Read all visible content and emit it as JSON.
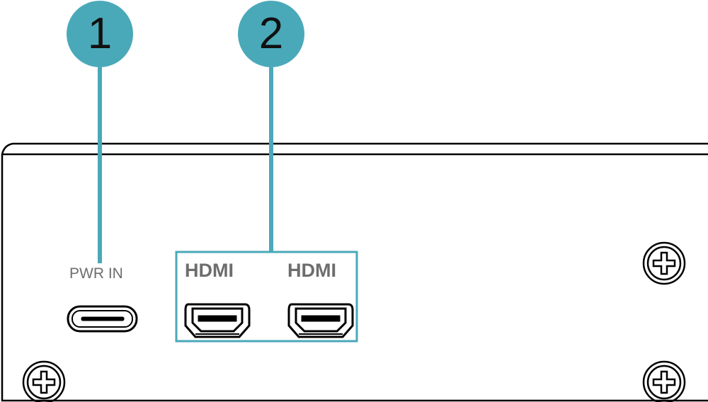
{
  "callouts": [
    {
      "number": "1"
    },
    {
      "number": "2"
    }
  ],
  "ports": {
    "power_label": "PWR IN",
    "hdmi_1_label": "HDMI",
    "hdmi_2_label": "HDMI"
  },
  "colors": {
    "accent": "#4aa9b9",
    "outline": "#000000",
    "label": "#6d6d6d"
  }
}
